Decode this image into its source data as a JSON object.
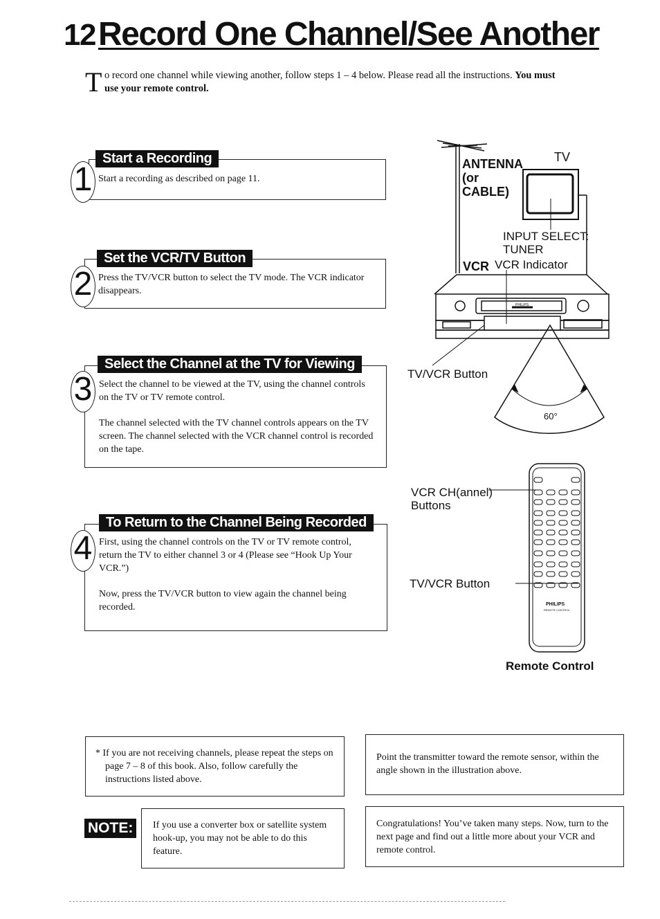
{
  "page": {
    "number": "12",
    "title": "Record One Channel/See Another"
  },
  "intro": {
    "dropcap": "T",
    "text": "o record one channel while viewing another, follow steps 1 – 4 below. Please read all the instructions.",
    "bold": "You must use your remote control."
  },
  "steps": [
    {
      "number": "1",
      "heading": "Start a Recording",
      "paragraphs": [
        "Start a recording as described on page 11."
      ]
    },
    {
      "number": "2",
      "heading": "Set the VCR/TV Button",
      "paragraphs": [
        "Press the TV/VCR button to select the TV mode. The VCR indicator disappears."
      ]
    },
    {
      "number": "3",
      "heading": "Select the Channel at the TV for Viewing",
      "paragraphs": [
        "Select the channel to be viewed at the TV, using the channel controls on the TV or TV remote control.",
        "The channel selected with the TV channel controls appears on the TV screen. The channel selected with the VCR channel control is recorded on the tape."
      ]
    },
    {
      "number": "4",
      "heading": "To Return to the Channel Being Recorded",
      "paragraphs": [
        "First, using the channel controls on the TV or TV remote control, return the TV to either channel 3 or 4 (Please see “Hook Up Your VCR.”)",
        "Now, press the TV/VCR button to view again the channel being recorded."
      ]
    }
  ],
  "diagram": {
    "antenna": "ANTENNA",
    "antenna_or": "(or",
    "antenna_cable": "CABLE)",
    "tv": "TV",
    "input_select": "INPUT SELECT:",
    "input_tuner": "TUNER",
    "vcr": "VCR",
    "vcr_indicator": "VCR Indicator",
    "vcr_brand": "PHILIPS",
    "tvvcr_button_vcr": "TV/VCR Button",
    "angle": "60°",
    "vcr_ch_line1": "VCR CH(annel)",
    "vcr_ch_line2": "Buttons",
    "tvvcr_button_remote": "TV/VCR Button",
    "remote_brand": "PHILIPS",
    "remote_brand_sub": "REMOTE CONTROL",
    "remote_caption": "Remote Control"
  },
  "notes": {
    "tip_star": "* If you are not receiving channels, please repeat the steps on page 7 – 8 of this book. Also, follow carefully the instructions listed above.",
    "tip_transmitter": "Point the transmitter toward the remote sensor, within the angle shown in the illustration above.",
    "badge": "NOTE:",
    "converter": "If you use a converter box or satellite system hook-up, you may not be able to do this feature.",
    "congrats": "Congratulations! You’ve taken many steps. Now, turn to the next page and find out a little more about your VCR and remote control."
  }
}
